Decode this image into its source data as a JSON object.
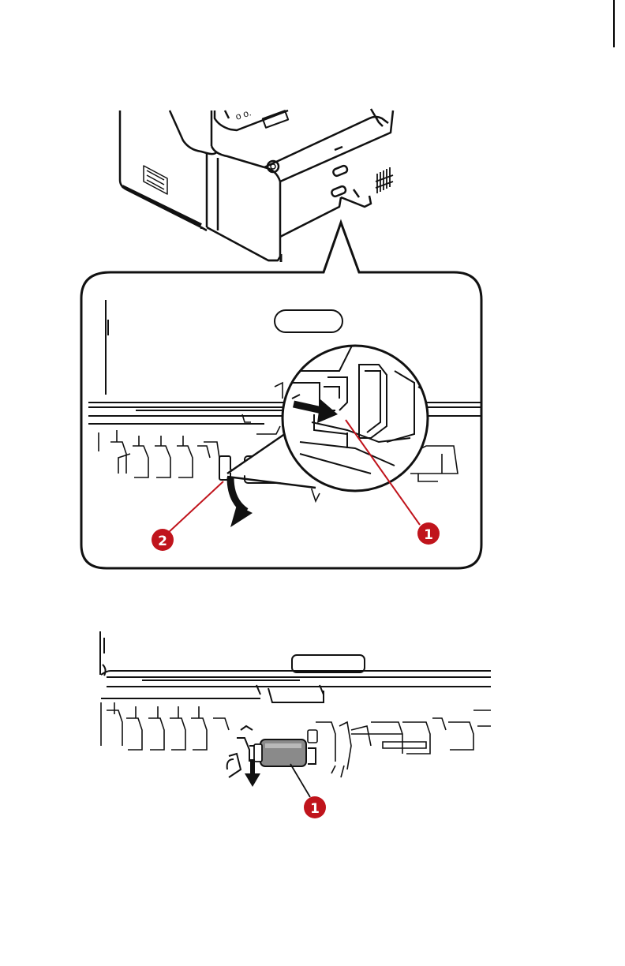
{
  "figure1": {
    "callout_1": "1",
    "callout_2": "2"
  },
  "figure2": {
    "callout_1": "1"
  },
  "colors": {
    "callout_red": "#c0141c",
    "line_black": "#111111",
    "roller_gray": "#8a8a8a"
  }
}
